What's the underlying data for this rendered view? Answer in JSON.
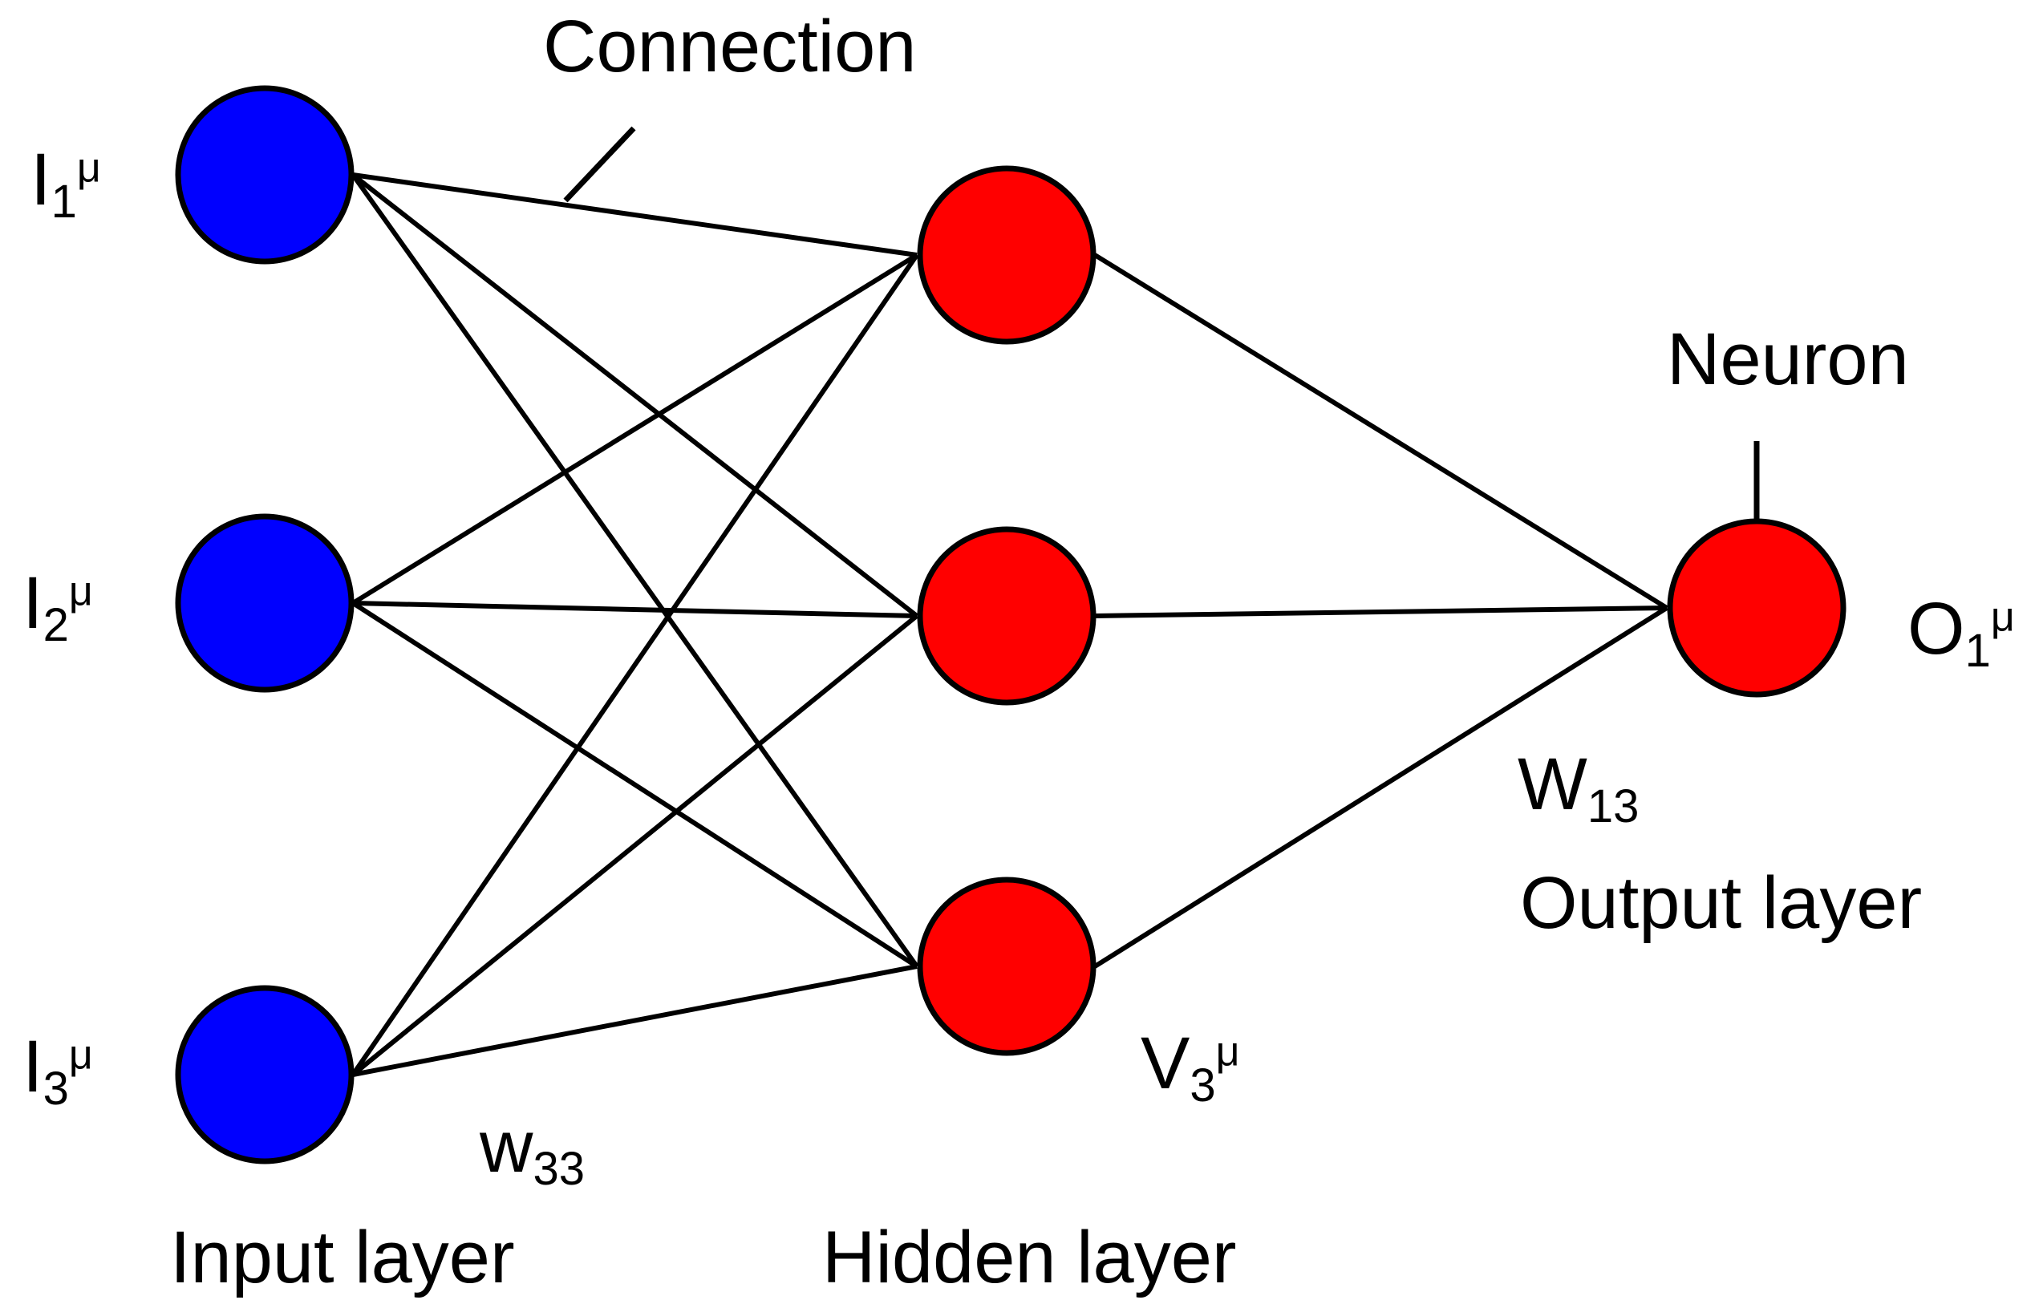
{
  "colors": {
    "input_node": "#0000ff",
    "hidden_node": "#ff0000",
    "output_node": "#ff0000",
    "line": "#000000"
  },
  "callouts": {
    "connection": "Connection",
    "neuron": "Neuron"
  },
  "layers": {
    "input": "Input layer",
    "hidden": "Hidden layer",
    "output": "Output layer"
  },
  "input_nodes": [
    {
      "base": "I",
      "sub": "1",
      "sup": "μ"
    },
    {
      "base": "I",
      "sub": "2",
      "sup": "μ"
    },
    {
      "base": "I",
      "sub": "3",
      "sup": "μ"
    }
  ],
  "hidden_symbol": {
    "base": "V",
    "sub": "3",
    "sup": "μ"
  },
  "output_symbol": {
    "base": "O",
    "sub": "1",
    "sup": "μ"
  },
  "weights": {
    "input_hidden": {
      "base": "w",
      "sub": "33"
    },
    "hidden_output": {
      "base": "W",
      "sub": "13"
    }
  }
}
